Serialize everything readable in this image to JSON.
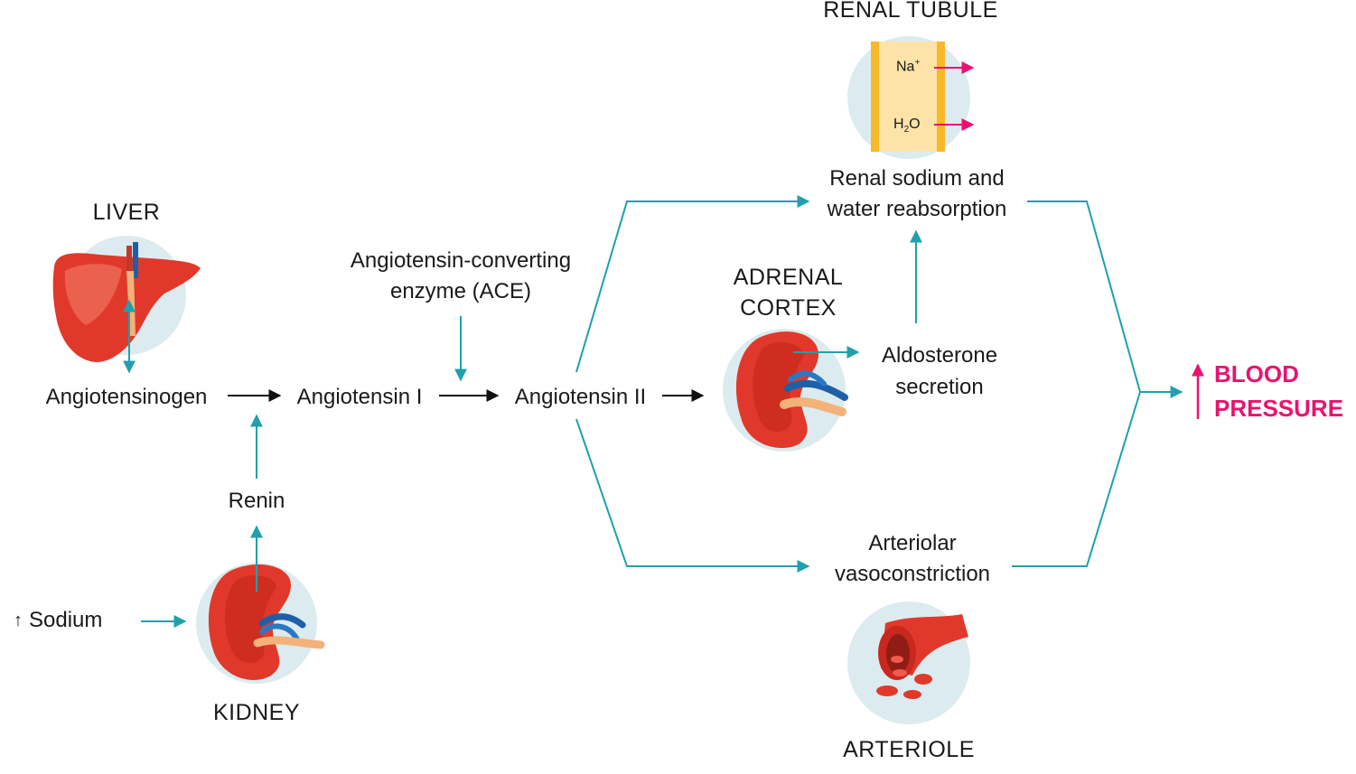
{
  "labels": {
    "liver": "LIVER",
    "kidney": "KIDNEY",
    "renal_tubule": "RENAL TUBULE",
    "adrenal_cortex_1": "ADRENAL",
    "adrenal_cortex_2": "CORTEX",
    "arteriole": "ARTERIOLE",
    "angiotensinogen": "Angiotensinogen",
    "angiotensin_1": "Angiotensin I",
    "angiotensin_2": "Angiotensin II",
    "ace_1": "Angiotensin-converting",
    "ace_2": "enzyme (ACE)",
    "renin": "Renin",
    "sodium_arrow": "↑",
    "sodium": "Sodium",
    "reabsorption_1": "Renal sodium and",
    "reabsorption_2": "water reabsorption",
    "aldosterone_1": "Aldosterone",
    "aldosterone_2": "secretion",
    "vasoconstriction_1": "Arteriolar",
    "vasoconstriction_2": "vasoconstriction",
    "bp_arrow": "↑",
    "bp_1": "BLOOD",
    "bp_2": "PRESSURE",
    "na": "Na",
    "na_sup": "+",
    "h": "H",
    "h_sub": "2",
    "o": "O"
  },
  "colors": {
    "teal": "#1fa0ac",
    "black_arrow": "#111111",
    "magenta": "#e8136f",
    "circle_bg": "#dcebef",
    "organ_red": "#e0392b",
    "tubule_yellow": "#fde3a7",
    "tubule_wall": "#f7b82a"
  }
}
